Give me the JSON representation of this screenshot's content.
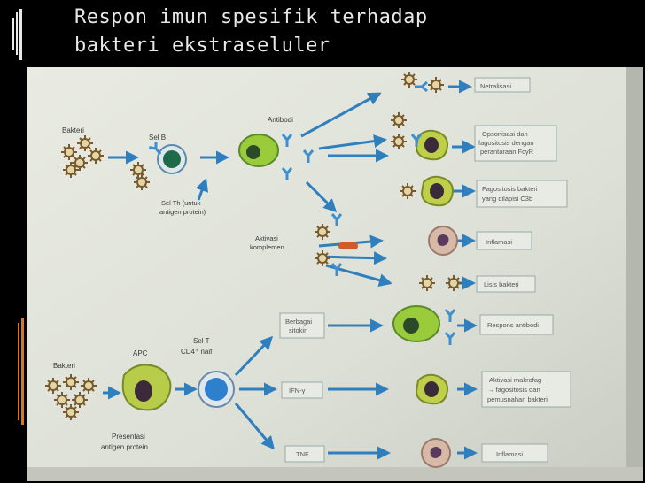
{
  "slide": {
    "title_line1": "Respon imun spesifik terhadap",
    "title_line2": "bakteri ekstraseluler"
  },
  "figure": {
    "labels": {
      "bakteri_top": "Bakteri",
      "sel_b": "Sel B",
      "antibodi": "Antibodi",
      "sel_th_1": "Sel Th (untuk",
      "sel_th_2": "antigen protein)",
      "aktivasi_1": "Aktivasi",
      "aktivasi_2": "komplemen",
      "bakteri_bottom": "Bakteri",
      "apc": "APC",
      "sel_t_1": "Sel T",
      "sel_t_2": "CD4⁺ naif",
      "presentasi_1": "Presentasi",
      "presentasi_2": "antigen protein",
      "berbagai_1": "Berbagai",
      "berbagai_2": "sitokin",
      "ifn": "IFN-γ",
      "tnf": "TNF"
    },
    "outcomes": {
      "netralisasi": "Netralisasi",
      "opsonisasi_1": "Opsonisasi dan",
      "opsonisasi_2": "fagositosis dengan",
      "opsonisasi_3": "perantaraan FcγR",
      "fagositosis_1": "Fagositosis bakteri",
      "fagositosis_2": "yang dilapisi C3b",
      "inflamasi_top": "Inflamasi",
      "lisis": "Lisis bakteri",
      "respons": "Respons antibodi",
      "aktivasi_mak_1": "Aktivasi makrofag",
      "aktivasi_mak_2": "→ fagositosis dan",
      "aktivasi_mak_3": "pemusnahan bakteri",
      "inflamasi_bottom": "Inflamasi"
    }
  }
}
